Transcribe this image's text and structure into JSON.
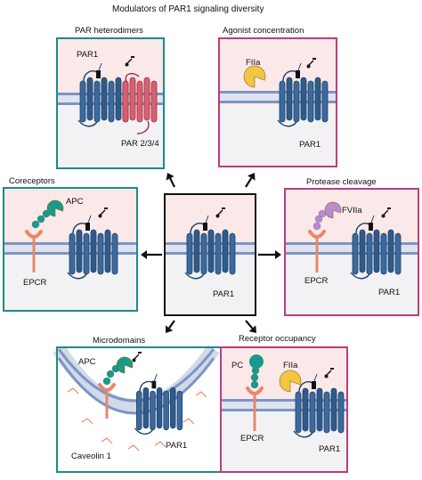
{
  "title": "Modulators of PAR1 signaling diversity",
  "panels": {
    "heterodimers": {
      "title": "PAR heterodimers",
      "par1": "PAR1",
      "par234": "PAR 2/3/4"
    },
    "agonist": {
      "title": "Agonist concentration",
      "fiia": "FIIa",
      "par1": "PAR1"
    },
    "coreceptors": {
      "title": "Coreceptors",
      "apc": "APC",
      "epcr": "EPCR"
    },
    "center": {
      "par1": "PAR1"
    },
    "protease": {
      "title": "Protease cleavage",
      "fviia": "FVIIa",
      "epcr": "EPCR",
      "par1": "PAR1"
    },
    "microdomains": {
      "title": "Microdomains",
      "apc": "APC",
      "par1": "PAR1",
      "caveolin": "Caveolin 1"
    },
    "occupancy": {
      "title": "Receptor occupancy",
      "pc": "PC",
      "fiia": "FIIa",
      "epcr": "EPCR",
      "par1": "PAR1"
    }
  },
  "colors": {
    "teal_border": "#1f8a86",
    "magenta_border": "#c13a7b",
    "black_border": "#111111",
    "panel_bg": "#fbe9e9",
    "membrane": "#7d95c4",
    "membrane_inner": "#dfe3ef",
    "par1_blue": "#3a6a9e",
    "par_red": "#d96070",
    "apc_teal": "#1a9a8a",
    "fviia_purple": "#b98bd0",
    "thrombin_yellow": "#f4c542",
    "epcr_orange": "#e8876a"
  },
  "icons": [
    "arrow-icon",
    "par1-receptor-icon",
    "thrombin-pacman-icon",
    "apc-icon",
    "epcr-icon",
    "caveolin-icon",
    "tethered-ligand-icon"
  ]
}
